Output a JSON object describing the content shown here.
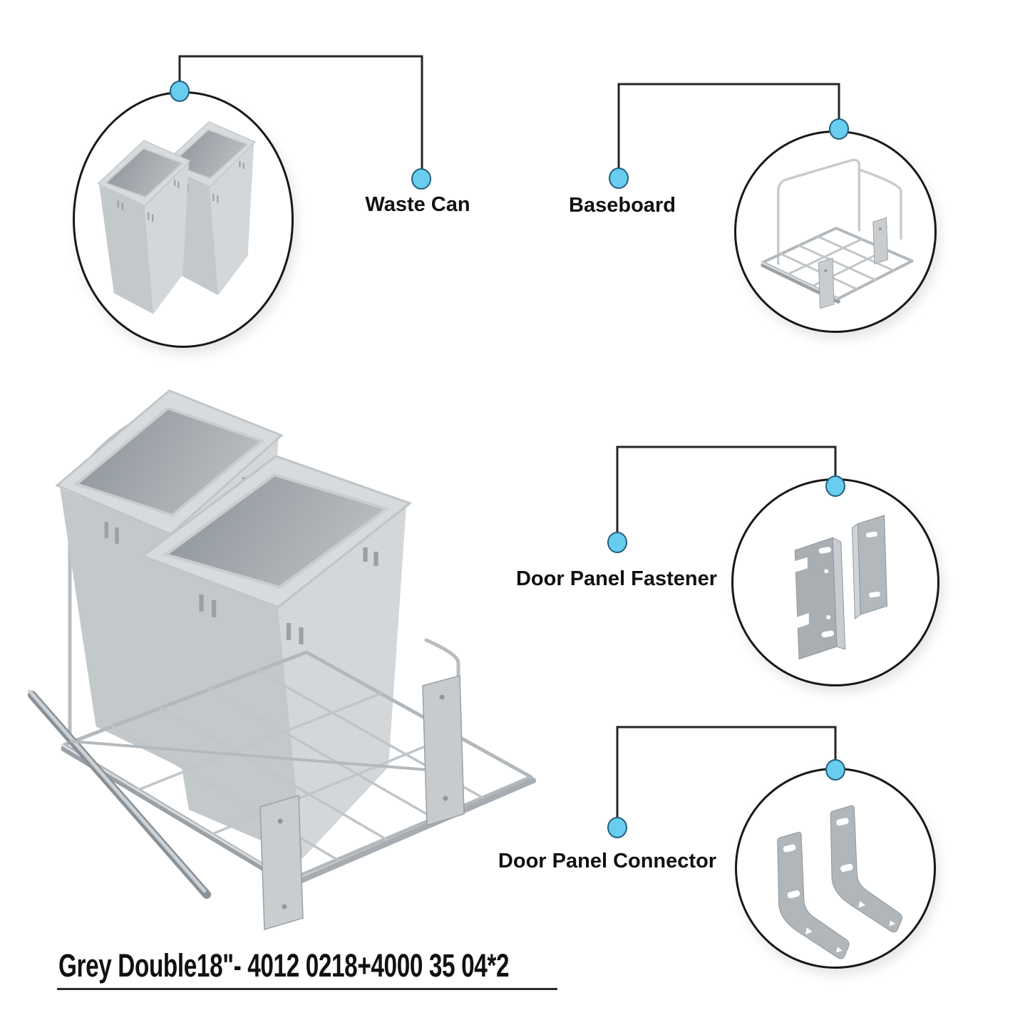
{
  "title": {
    "text": "Grey Double18\"- 4012 0218+4000 35 04*2"
  },
  "callouts": [
    {
      "id": "waste-can",
      "label": "Waste Can",
      "icon": "waste-can-graphic"
    },
    {
      "id": "baseboard",
      "label": "Baseboard",
      "icon": "baseboard-graphic"
    },
    {
      "id": "door-panel-fastener",
      "label": "Door Panel Fastener",
      "icon": "door-panel-fastener-graphic"
    },
    {
      "id": "door-panel-connector",
      "label": "Door Panel Connector",
      "icon": "door-panel-connector-graphic"
    }
  ],
  "colors": {
    "accent_dot": "#68cdef",
    "dot_outline": "#23607e",
    "connector_line": "#262626",
    "circle_outline": "#181818",
    "text": "#111111",
    "underline": "#2b2b2b",
    "part_grey_light": "#d3d7da",
    "part_grey_mid": "#c3c8cb",
    "part_grey_dark": "#a9aeb2",
    "wire_chrome": "#b8bdc1"
  }
}
